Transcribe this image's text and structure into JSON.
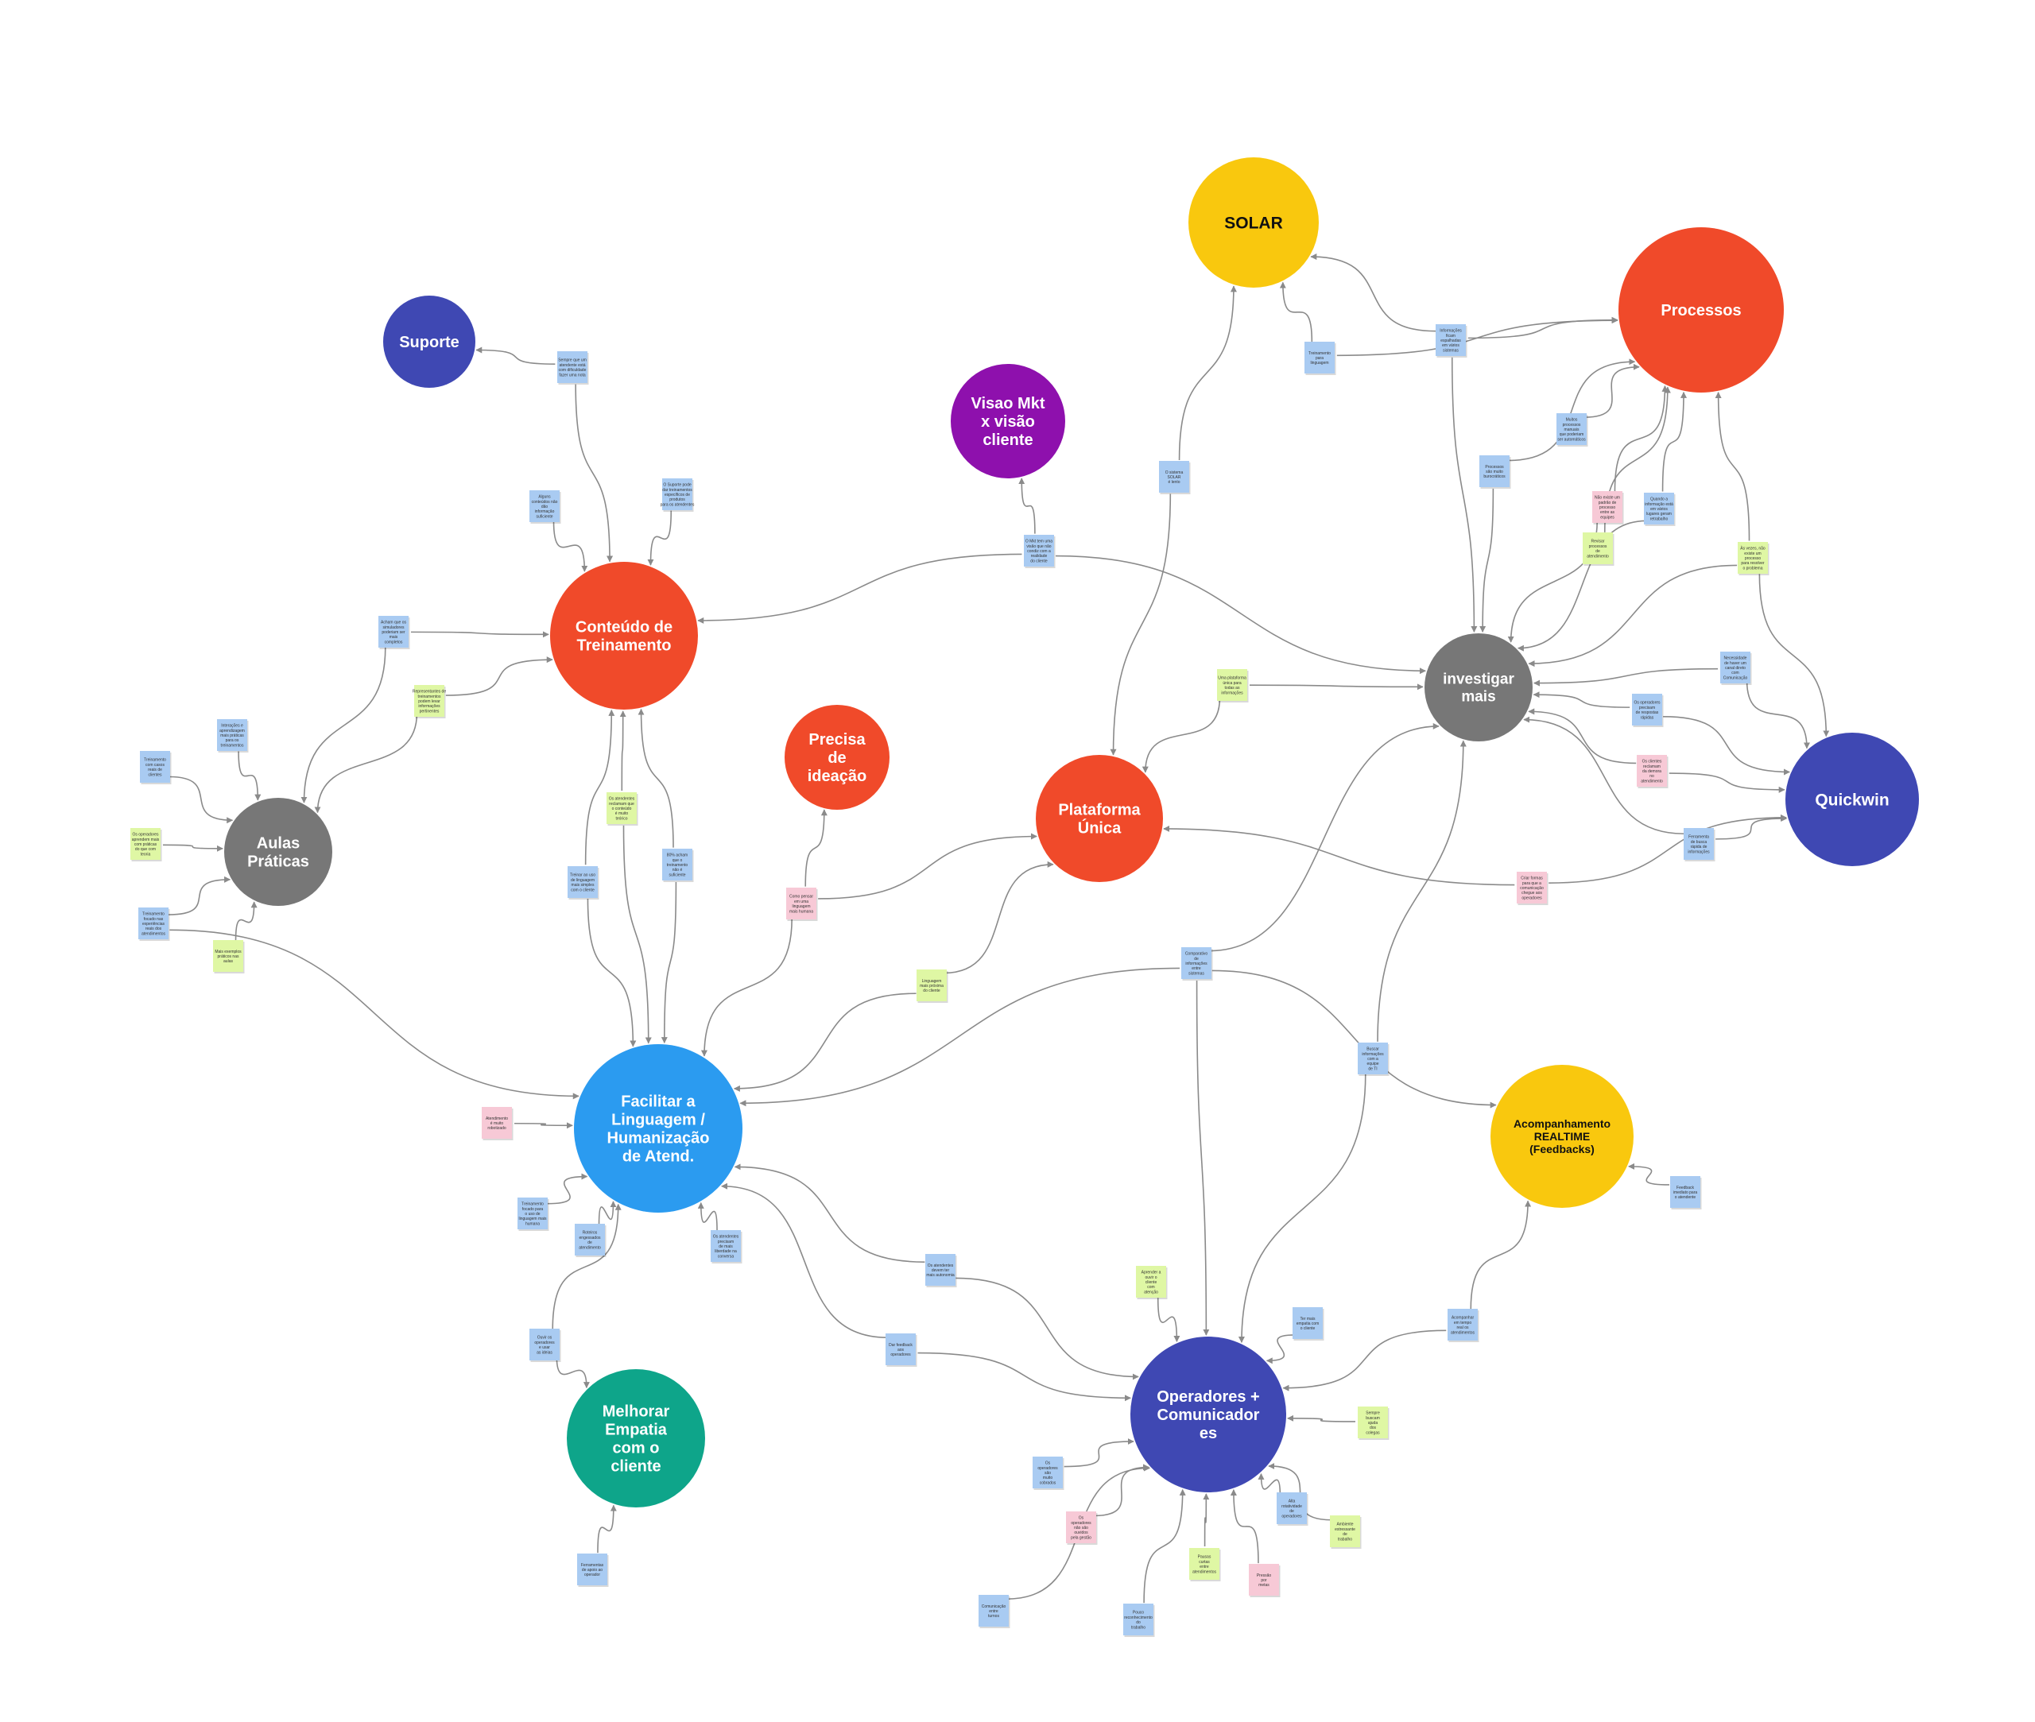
{
  "colors": {
    "red": "#f04a2a",
    "indigo": "#3f48b3",
    "gray": "#777777",
    "blue": "#2b9bf0",
    "yellow": "#f9c80e",
    "purple": "#8e10ad",
    "teal": "#0ea58a",
    "note_blue": "#a9cbf2",
    "note_green": "#dff7a4",
    "note_pink": "#f7c9d6",
    "edge": "#8a8a8a"
  },
  "nodes": [
    {
      "id": "suporte",
      "lines": [
        "Suporte"
      ],
      "color": "indigo"
    },
    {
      "id": "solar",
      "lines": [
        "SOLAR"
      ],
      "color": "yellow",
      "dark": true
    },
    {
      "id": "processos",
      "lines": [
        "Processos"
      ],
      "color": "red"
    },
    {
      "id": "visao",
      "lines": [
        "Visao Mkt",
        "x visão",
        "cliente"
      ],
      "color": "purple"
    },
    {
      "id": "conteudo",
      "lines": [
        "Conteúdo de",
        "Treinamento"
      ],
      "color": "red"
    },
    {
      "id": "investigar",
      "lines": [
        "investigar",
        "mais"
      ],
      "color": "gray"
    },
    {
      "id": "precisa",
      "lines": [
        "Precisa",
        "de",
        "ideação"
      ],
      "color": "red"
    },
    {
      "id": "plataforma",
      "lines": [
        "Plataforma",
        "Única"
      ],
      "color": "red"
    },
    {
      "id": "quickwin",
      "lines": [
        "Quickwin"
      ],
      "color": "indigo"
    },
    {
      "id": "aulas",
      "lines": [
        "Aulas",
        "Práticas"
      ],
      "color": "gray"
    },
    {
      "id": "facilitar",
      "lines": [
        "Facilitar a",
        "Linguagem /",
        "Humanização",
        "de Atend."
      ],
      "color": "blue"
    },
    {
      "id": "acompanhamento",
      "lines": [
        "Acompanhamento",
        "REALTIME",
        "(Feedbacks)"
      ],
      "color": "yellow",
      "dark": true
    },
    {
      "id": "operadores",
      "lines": [
        "Operadores +",
        "Comunicador",
        "es"
      ],
      "color": "indigo"
    },
    {
      "id": "melhorar",
      "lines": [
        "Melhorar",
        "Empatia",
        "com o",
        "cliente"
      ],
      "color": "teal"
    }
  ],
  "notes": [
    {
      "id": "n1",
      "color": "note_blue",
      "lines": [
        "Sempre que um",
        "atendente está",
        "com dificuldade",
        "fazer uma nota"
      ]
    },
    {
      "id": "n2",
      "color": "note_blue",
      "lines": [
        "Alguns",
        "conteúdos não",
        "dão",
        "informação",
        "suficiente"
      ]
    },
    {
      "id": "n3",
      "color": "note_blue",
      "lines": [
        "O Suporte pode",
        "dar treinamentos",
        "específicos de",
        "produtos",
        "para os atendentes"
      ]
    },
    {
      "id": "n4",
      "color": "note_blue",
      "lines": [
        "Acham que os",
        "simuladores",
        "poderiam ser",
        "mais",
        "completos"
      ]
    },
    {
      "id": "n5",
      "color": "note_green",
      "lines": [
        "Representantes de",
        "treinamentos",
        "podem levar",
        "informações",
        "pertinentes"
      ]
    },
    {
      "id": "n6",
      "color": "note_blue",
      "lines": [
        "Interações e",
        "aprendizagem",
        "mais práticas",
        "para os",
        "treinamentos"
      ]
    },
    {
      "id": "n7",
      "color": "note_blue",
      "lines": [
        "Treinamento",
        "com casos",
        "reais de",
        "clientes"
      ]
    },
    {
      "id": "n8",
      "color": "note_green",
      "lines": [
        "Os operadores",
        "aprendem mais",
        "com práticas",
        "do que com",
        "teoria"
      ]
    },
    {
      "id": "n9",
      "color": "note_blue",
      "lines": [
        "Treinamento",
        "focado nas",
        "experiências",
        "reais dos",
        "atendimentos"
      ]
    },
    {
      "id": "n10",
      "color": "note_green",
      "lines": [
        "Mais exemplos",
        "práticos nas",
        "aulas"
      ]
    },
    {
      "id": "n11",
      "color": "note_green",
      "lines": [
        "Os atendentes",
        "reclamam que",
        "o conteúdo",
        "é muito",
        "teórico"
      ]
    },
    {
      "id": "n12",
      "color": "note_blue",
      "lines": [
        "Treinar ao uso",
        "de linguagem",
        "mais simples",
        "com o cliente"
      ]
    },
    {
      "id": "n13",
      "color": "note_blue",
      "lines": [
        "80% acham",
        "que o",
        "treinamento",
        "não é",
        "suficiente"
      ]
    },
    {
      "id": "n14",
      "color": "note_blue",
      "lines": [
        "O Mkt tem uma",
        "visão que não",
        "condiz com a",
        "realidade",
        "do cliente"
      ]
    },
    {
      "id": "n15",
      "color": "note_pink",
      "lines": [
        "Como pensar",
        "em uma",
        "linguagem",
        "mais humana"
      ]
    },
    {
      "id": "n16",
      "color": "note_blue",
      "lines": [
        "Treinamento",
        "para",
        "linguagem"
      ]
    },
    {
      "id": "n17",
      "color": "note_blue",
      "lines": [
        "O sistema",
        "SOLAR",
        "é lento"
      ]
    },
    {
      "id": "n18",
      "color": "note_blue",
      "lines": [
        "Informações",
        "ficam",
        "espalhadas",
        "em vários",
        "sistemas"
      ]
    },
    {
      "id": "n19",
      "color": "note_blue",
      "lines": [
        "Processos",
        "são muito",
        "burocráticos"
      ]
    },
    {
      "id": "n20",
      "color": "note_blue",
      "lines": [
        "Muitos",
        "processos",
        "manuais",
        "que poderiam",
        "ser automáticos"
      ]
    },
    {
      "id": "n21",
      "color": "note_green",
      "lines": [
        "Revisar",
        "processos",
        "de",
        "atendimento"
      ]
    },
    {
      "id": "n22",
      "color": "note_pink",
      "lines": [
        "Não existe um",
        "padrão de",
        "processo",
        "entre as",
        "equipes"
      ]
    },
    {
      "id": "n23",
      "color": "note_blue",
      "lines": [
        "Quando a",
        "informação está",
        "em vários",
        "lugares geram",
        "retrabalho"
      ]
    },
    {
      "id": "n24",
      "color": "note_green",
      "lines": [
        "Às vezes, não",
        "existe um",
        "processo",
        "para resolver",
        "o problema"
      ]
    },
    {
      "id": "n25",
      "color": "note_green",
      "lines": [
        "Uma plataforma",
        "única para",
        "todas as",
        "informações"
      ]
    },
    {
      "id": "n26",
      "color": "note_blue",
      "lines": [
        "Necessidade",
        "de haver um",
        "canal direto",
        "com",
        "Comunicação"
      ]
    },
    {
      "id": "n27",
      "color": "note_blue",
      "lines": [
        "Os operadores",
        "precisam",
        "de respostas",
        "rápidas"
      ]
    },
    {
      "id": "n28",
      "color": "note_pink",
      "lines": [
        "Os clientes",
        "reclamam",
        "da demora",
        "no",
        "atendimento"
      ]
    },
    {
      "id": "n29",
      "color": "note_blue",
      "lines": [
        "Ferramenta",
        "de busca",
        "rápida de",
        "informações"
      ]
    },
    {
      "id": "n30",
      "color": "note_pink",
      "lines": [
        "Criar formas",
        "para que a",
        "comunicação",
        "chegue aos",
        "operadores"
      ]
    },
    {
      "id": "n31",
      "color": "note_blue",
      "lines": [
        "Comparativo",
        "de",
        "informações",
        "entre",
        "sistemas"
      ]
    },
    {
      "id": "n32",
      "color": "note_green",
      "lines": [
        "Linguagem",
        "mais próxima",
        "do cliente"
      ]
    },
    {
      "id": "n33",
      "color": "note_blue",
      "lines": [
        "Buscar",
        "informações",
        "com a",
        "equipe",
        "de TI"
      ]
    },
    {
      "id": "n34",
      "color": "note_pink",
      "lines": [
        "Atendimento",
        "é muito",
        "robotizado"
      ]
    },
    {
      "id": "n35",
      "color": "note_blue",
      "lines": [
        "Treinamento",
        "focado para",
        "o uso de",
        "linguagem mais",
        "humana"
      ]
    },
    {
      "id": "n36",
      "color": "note_blue",
      "lines": [
        "Roteiros",
        "engessados",
        "de",
        "atendimento"
      ]
    },
    {
      "id": "n37",
      "color": "note_blue",
      "lines": [
        "Os atendentes",
        "precisam",
        "de mais",
        "liberdade na",
        "conversa"
      ]
    },
    {
      "id": "n38",
      "color": "note_blue",
      "lines": [
        "Os atendentes",
        "devem ter",
        "mais autonomia"
      ]
    },
    {
      "id": "n39",
      "color": "note_blue",
      "lines": [
        "Dar feedback",
        "aos",
        "operadores"
      ]
    },
    {
      "id": "n40",
      "color": "note_blue",
      "lines": [
        "Ouvir os",
        "operadores",
        "e usar",
        "as ideias"
      ]
    },
    {
      "id": "n41",
      "color": "note_blue",
      "lines": [
        "Ter mais",
        "empatia com",
        "o cliente"
      ]
    },
    {
      "id": "n42",
      "color": "note_green",
      "lines": [
        "Aprender a",
        "ouvir o",
        "cliente",
        "com",
        "atenção"
      ]
    },
    {
      "id": "n43",
      "color": "note_blue",
      "lines": [
        "Acompanhar",
        "em tempo",
        "real os",
        "atendimentos"
      ]
    },
    {
      "id": "n44",
      "color": "note_blue",
      "lines": [
        "Feedback",
        "imediato para",
        "o atendente"
      ]
    },
    {
      "id": "n45",
      "color": "note_green",
      "lines": [
        "Sempre",
        "buscam",
        "ajuda",
        "dos",
        "colegas"
      ]
    },
    {
      "id": "n46",
      "color": "note_blue",
      "lines": [
        "Os",
        "operadores",
        "são",
        "muito",
        "cobrados"
      ]
    },
    {
      "id": "n47",
      "color": "note_pink",
      "lines": [
        "Os",
        "operadores",
        "não são",
        "ouvidos",
        "pela gestão"
      ]
    },
    {
      "id": "n48",
      "color": "note_blue",
      "lines": [
        "Alta",
        "rotatividade",
        "de",
        "operadores"
      ]
    },
    {
      "id": "n49",
      "color": "note_green",
      "lines": [
        "Pausas",
        "curtas",
        "entre",
        "atendimentos"
      ]
    },
    {
      "id": "n50",
      "color": "note_pink",
      "lines": [
        "Pressão",
        "por",
        "metas"
      ]
    },
    {
      "id": "n51",
      "color": "note_blue",
      "lines": [
        "Pouco",
        "reconhecimento",
        "do",
        "trabalho"
      ]
    },
    {
      "id": "n52",
      "color": "note_green",
      "lines": [
        "Ambiente",
        "estressante",
        "de",
        "trabalho"
      ]
    },
    {
      "id": "n53",
      "color": "note_blue",
      "lines": [
        "Comunicação",
        "entre",
        "turnos"
      ]
    },
    {
      "id": "n54",
      "color": "note_blue",
      "lines": [
        "Ferramentas",
        "de apoio ao",
        "operador"
      ]
    }
  ],
  "note_labels_readable": {
    "n1": false,
    "n2": true,
    "n3": false,
    "n4": true,
    "n5": false,
    "n6": true,
    "n7": false,
    "n8": false,
    "n9": true,
    "n10": false,
    "n11": false,
    "n12": false,
    "n13": false,
    "n14": false,
    "n15": false,
    "n16": true,
    "n17": false,
    "n18": false,
    "n19": false,
    "n20": false,
    "n21": false,
    "n22": false,
    "n23": true,
    "n24": true,
    "n25": false,
    "n26": true,
    "n27": false,
    "n28": false,
    "n29": false,
    "n30": true,
    "n31": false,
    "n32": true,
    "n33": false,
    "n34": false,
    "n35": true,
    "n36": false,
    "n37": false,
    "n38": false,
    "n39": false,
    "n40": false,
    "n41": false,
    "n42": false,
    "n43": true,
    "n44": true,
    "n45": true,
    "n46": false,
    "n47": false,
    "n48": false,
    "n49": false,
    "n50": false,
    "n51": true,
    "n52": false,
    "n53": false,
    "n54": false
  }
}
